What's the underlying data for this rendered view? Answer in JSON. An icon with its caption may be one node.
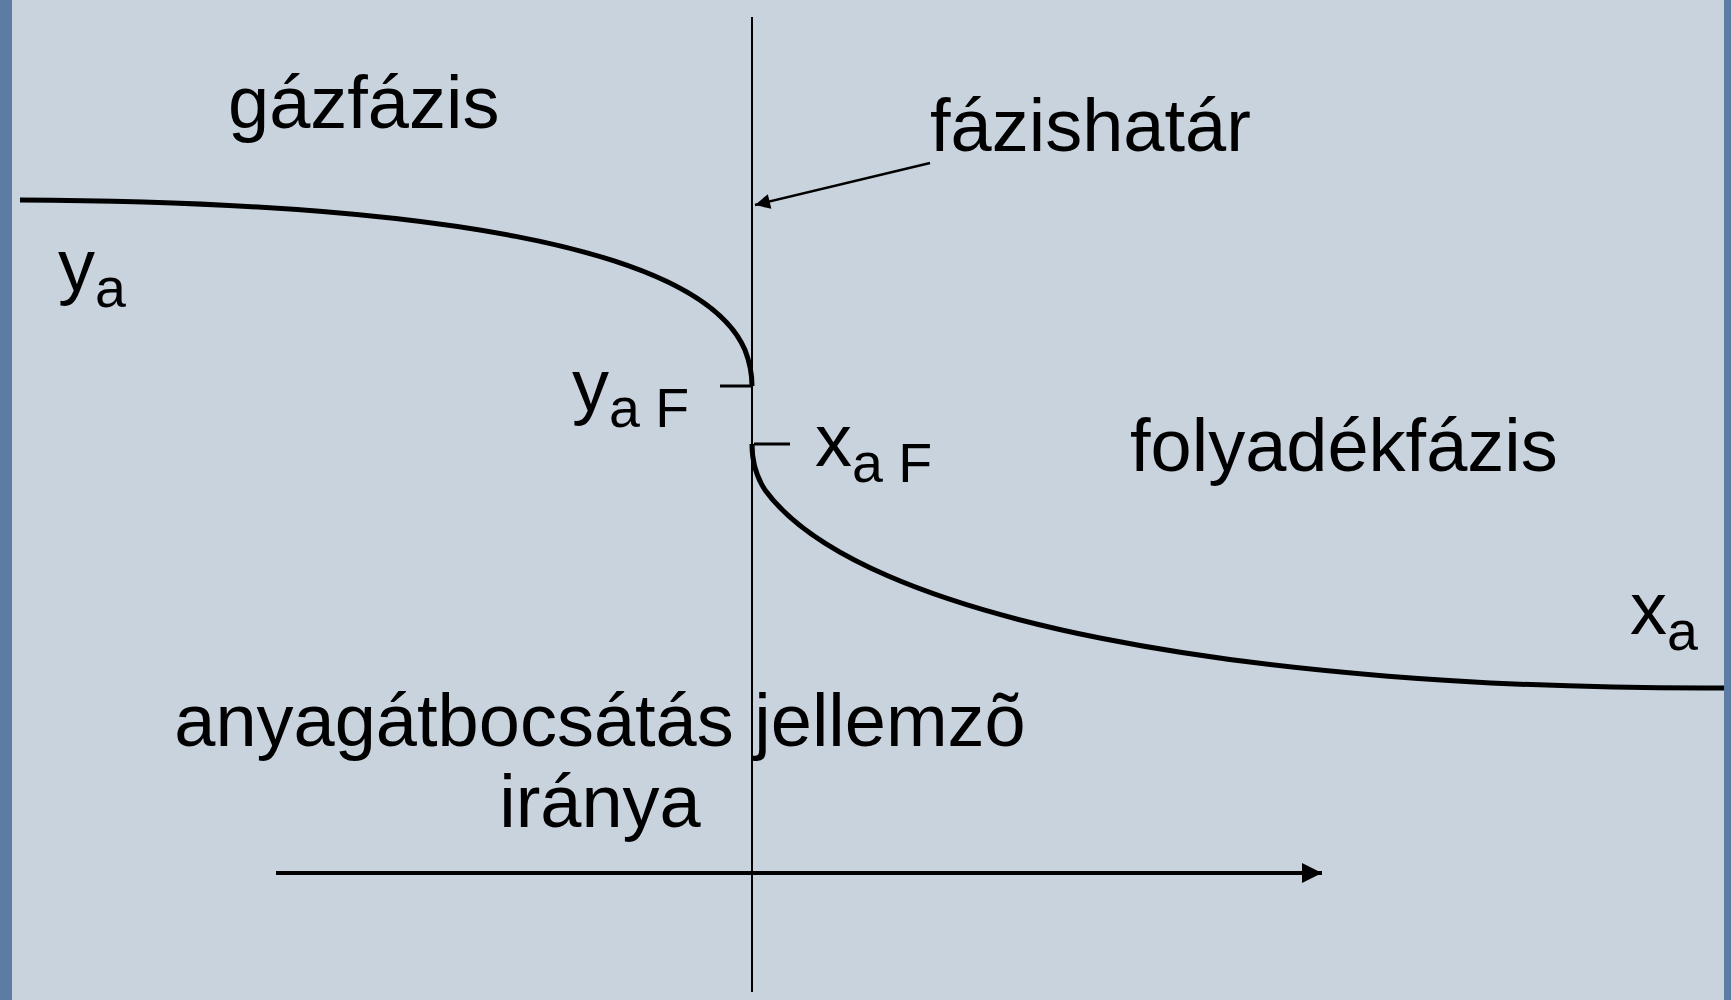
{
  "diagram": {
    "nodes": [
      {
        "text": [
          "fázishatár"
        ]
      },
      {
        "text": [],
        "shape": "line"
      }
    ],
    "edges": [
      {
        "from": 0,
        "to": 1,
        "arrow": "to"
      }
    ],
    "labels": [
      "gázfázis",
      "y$_{a}$",
      "y$_{a F}$",
      "x$_{a F}$",
      "folyadékfázis",
      "x$_{a}$",
      "anyagátbocsátás jellemzõ iránya"
    ]
  }
}
